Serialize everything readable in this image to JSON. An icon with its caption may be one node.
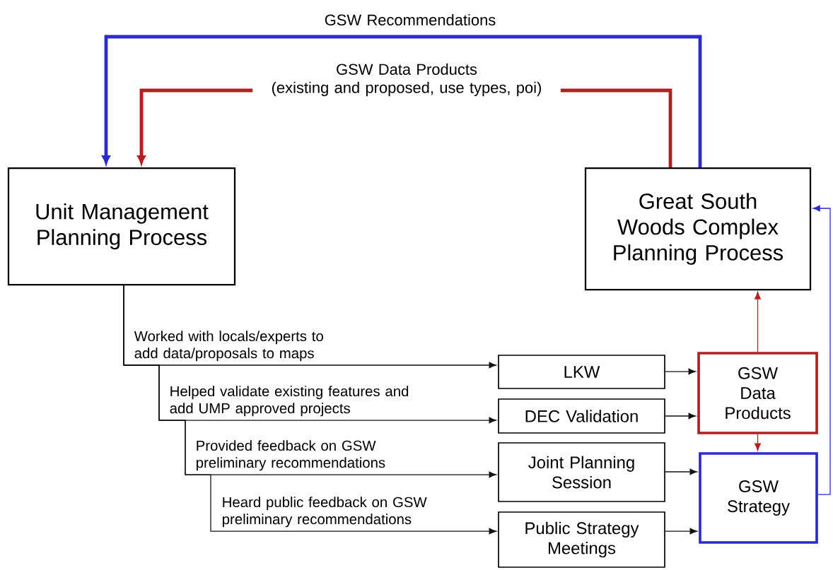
{
  "diagram": {
    "nodes": [
      {
        "text": [
          "Unit Management Planning Process"
        ]
      },
      {
        "text": [
          "Great South Woods Complex Planning Process"
        ]
      },
      {
        "text": [
          "LKW"
        ]
      },
      {
        "text": [
          "DEC Validation"
        ]
      },
      {
        "text": [
          "Joint Planning Session"
        ]
      },
      {
        "text": [
          "Public Strategy Meetings"
        ]
      },
      {
        "text": [
          "GSW Data Products"
        ]
      },
      {
        "text": [
          "GSW Strategy"
        ]
      }
    ],
    "edges": [
      {
        "from": 0,
        "to": 2,
        "arrow": "to",
        "label": "Worked with locals/experts to add data/proposals to maps"
      },
      {
        "from": 0,
        "to": 3,
        "arrow": "to",
        "label": "Helped validate existing features and add UMP approved projects"
      },
      {
        "from": 0,
        "to": 4,
        "arrow": "to",
        "label": "Provided feedback on GSW preliminary recommendations"
      },
      {
        "from": 0,
        "to": 5,
        "arrow": "to",
        "label": "Heard public feedback on GSW preliminary recommendations"
      },
      {
        "from": 2,
        "to": 6,
        "arrow": "to"
      },
      {
        "from": 3,
        "to": 6,
        "arrow": "to"
      },
      {
        "from": 4,
        "to": 7,
        "arrow": "to"
      },
      {
        "from": 5,
        "to": 7,
        "arrow": "to"
      },
      {
        "from": 6,
        "to": 1,
        "arrow": "to",
        "color": "#b41e1e"
      },
      {
        "from": 6,
        "to": 7,
        "arrow": "to",
        "color": "#b41e1e"
      },
      {
        "from": 1,
        "to": 0,
        "arrow": "to",
        "label": "GSW Recommendations",
        "style": "thick",
        "color": "#2a2ad0"
      },
      {
        "from": 1,
        "to": 0,
        "arrow": "to",
        "label": "GSW Data Products (existing and proposed, use types, poi)",
        "style": "thick",
        "color": "#b41e1e"
      },
      {
        "from": 7,
        "to": 1,
        "arrow": "to",
        "color": "#2a2ad0"
      }
    ]
  }
}
